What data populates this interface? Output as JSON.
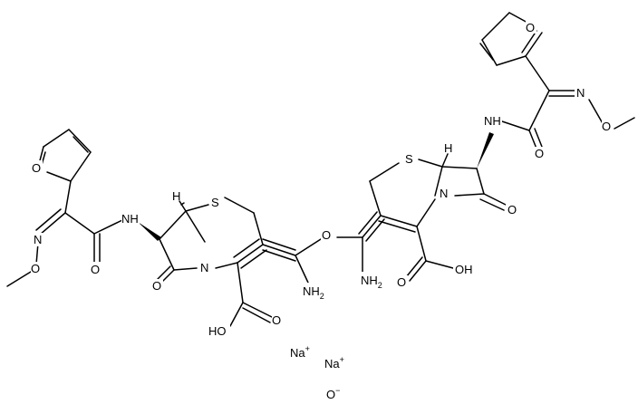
{
  "labels": {
    "left": {
      "furan_O": "O",
      "oxime_N": "N",
      "oxime_O": "O",
      "amide_NH": "NH",
      "amide_O": "O",
      "H": "H",
      "S": "S",
      "ring_N": "N",
      "lactam_O": "O",
      "acid_O": "O",
      "acid_HO": "HO",
      "ester_O": "O",
      "NH2": "NH",
      "NH2_sub": "2"
    },
    "right": {
      "furan_O": "O",
      "oxime_N": "N",
      "oxime_O": "O",
      "amide_NH": "NH",
      "amide_O": "O",
      "H": "H",
      "S": "S",
      "ring_N": "N",
      "lactam_O": "O",
      "acid_O": "O",
      "acid_OH": "OH",
      "NH2": "NH",
      "NH2_sub": "2"
    }
  },
  "ions": {
    "na1": "Na",
    "na1_charge": "+",
    "na2": "Na",
    "na2_charge": "+",
    "oxide": "O",
    "oxide_charge": "−"
  }
}
